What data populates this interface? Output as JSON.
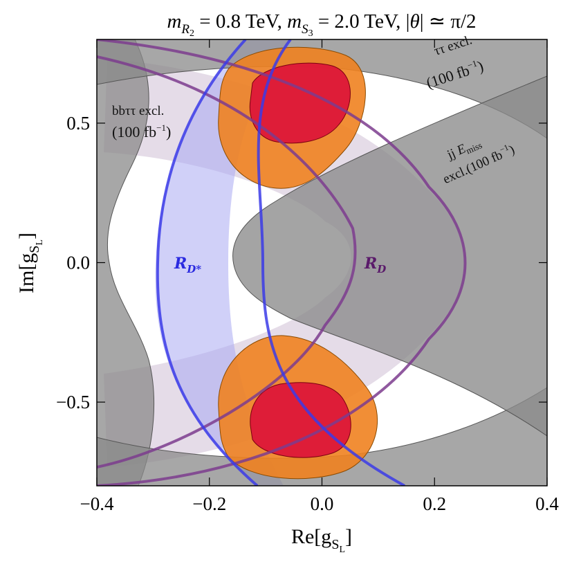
{
  "chart_data": {
    "type": "contour",
    "title": {
      "m1": "m",
      "m1_sub": "R",
      "m1_subsub": "2",
      "m1_val": " = 0.8 TeV, ",
      "m2": "m",
      "m2_sub": "S",
      "m2_subsub": "3",
      "m2_val": " = 2.0 TeV, |",
      "theta": "θ",
      "theta_val": "| ≃ π/2"
    },
    "xlabel": {
      "base": "Re[g",
      "sub": "S",
      "subsub": "L",
      "close": "]"
    },
    "ylabel": {
      "base": "Im[g",
      "sub": "S",
      "subsub": "L",
      "close": "]"
    },
    "xlim": [
      -0.4,
      0.4
    ],
    "ylim": [
      -0.8,
      0.8
    ],
    "x_ticks": [
      {
        "value": -0.4,
        "label": "−0.4"
      },
      {
        "value": -0.2,
        "label": "−0.2"
      },
      {
        "value": 0.0,
        "label": "0.0"
      },
      {
        "value": 0.2,
        "label": "0.2"
      },
      {
        "value": 0.4,
        "label": "0.4"
      }
    ],
    "y_ticks": [
      {
        "value": -0.5,
        "label": "−0.5"
      },
      {
        "value": 0.0,
        "label": "0.0"
      },
      {
        "value": 0.5,
        "label": "0.5"
      }
    ],
    "annotations": {
      "bbtautau": {
        "line1": "bbττ excl.",
        "line2": "(100 fb",
        "exp": "−1",
        "close": ")"
      },
      "tautau": {
        "line1": "ττ excl.",
        "line2": "(100 fb",
        "exp": "−1",
        "close": ")"
      },
      "jjEmiss": {
        "line1a": "jj ",
        "line1b": "E",
        "line1c": "miss",
        "line2": "excl.(100 fb",
        "exp": "−1",
        "close": ")"
      }
    },
    "curve_labels": {
      "RDstar": {
        "base": "R",
        "sub": "D*",
        "color": "#2a2ae0"
      },
      "RD": {
        "base": "R",
        "sub": "D",
        "color": "#5a1a6a"
      }
    },
    "regions": [
      {
        "name": "RD band",
        "color": "#b09ab8"
      },
      {
        "name": "RD* band",
        "color": "#a8a8f0"
      },
      {
        "name": "bbtautau exclusion",
        "color": "#8e8e8e"
      },
      {
        "name": "tautau exclusion",
        "color": "#8e8e8e"
      },
      {
        "name": "jj Emiss exclusion",
        "color": "#8e8e8e"
      },
      {
        "name": "2 sigma fit",
        "color": "#ee7f1a"
      },
      {
        "name": "1 sigma fit",
        "color": "#dc1438"
      }
    ]
  }
}
